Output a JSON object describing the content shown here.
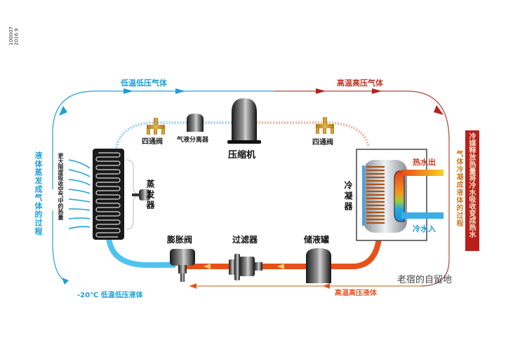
{
  "stamp": {
    "code": "100007",
    "date": "2016.9"
  },
  "flow_labels": {
    "top_left": "低温低压气体",
    "top_right": "高温高压气体",
    "bottom_left": "-20℃ 低温低压液体",
    "bottom_right": "高温高压液体",
    "left_side": "液体蒸发成气体的过程",
    "right_side": "气体冷凝成液体的过程",
    "evaporator_note": "更大限度吸收空气中的热量",
    "condenser_note": "冷媒释放热量将冷水吸收变成热水"
  },
  "components": {
    "four_way_valve_left": "四通阀",
    "gas_liquid_separator": "气液分离器",
    "compressor": "压缩机",
    "four_way_valve_right": "四通阀",
    "evaporator": "蒸发器",
    "condenser": "冷凝器",
    "expansion_valve": "膨胀阀",
    "filter": "过滤器",
    "liquid_receiver": "储液罐"
  },
  "water": {
    "hot_out": "热水出",
    "cold_in": "冷水入"
  },
  "watermark": "老宿的自留地",
  "colors": {
    "cold": "#1e9fd8",
    "hot": "#c0392b",
    "pipe_hot": "#e8501a",
    "pipe_cold": "#4fc3ef",
    "valve_gold": "#c9962e",
    "condenser_banner": "#b8201c"
  }
}
